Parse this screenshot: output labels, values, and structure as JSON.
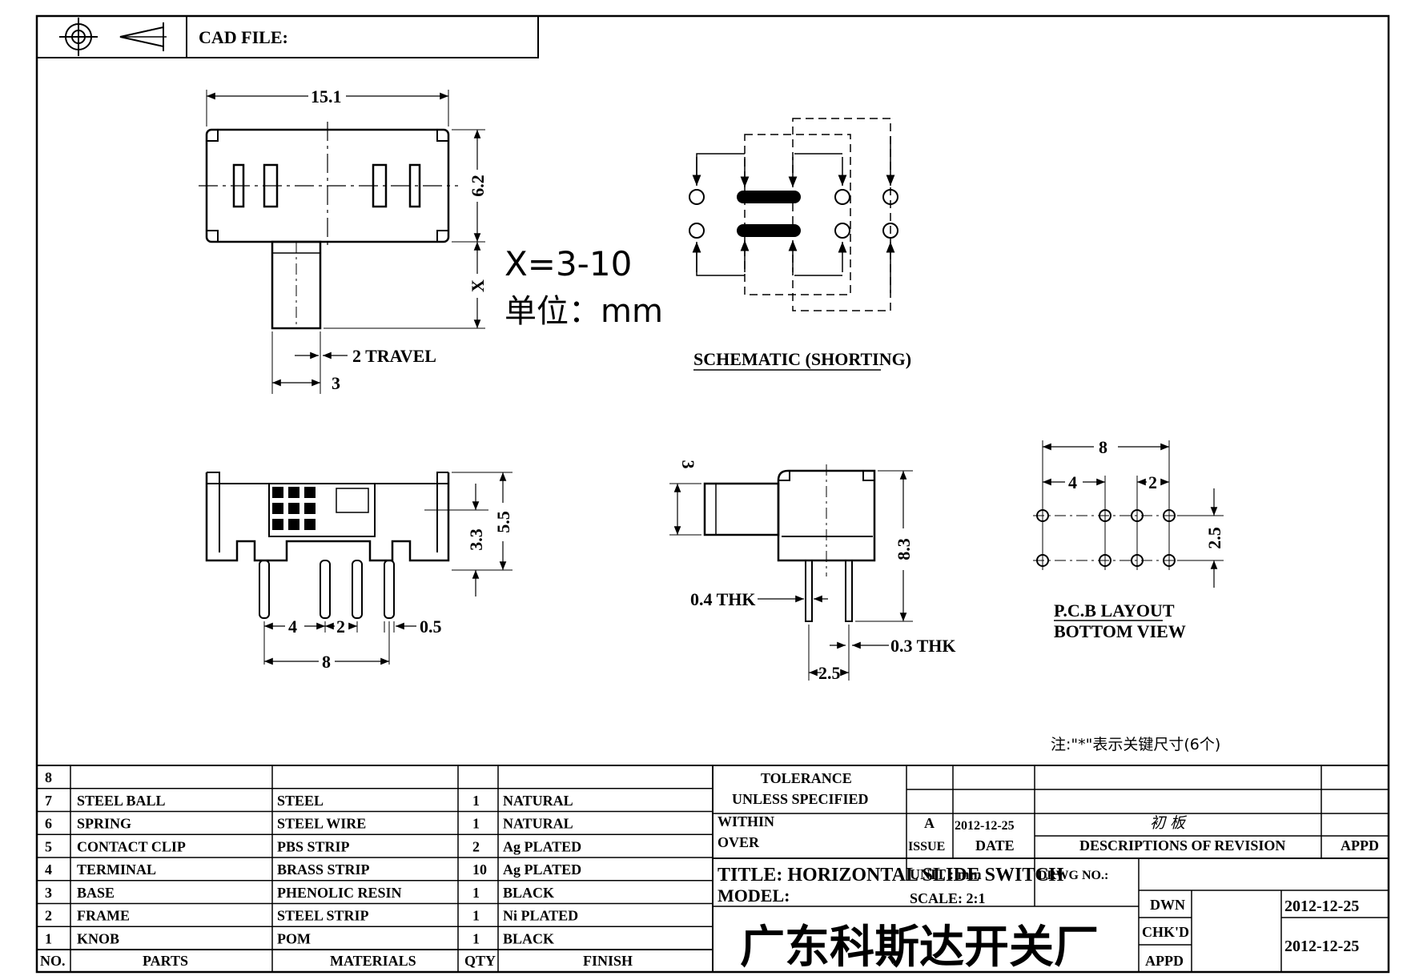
{
  "header": {
    "cad_file_label": "CAD FILE:",
    "projection_icons": [
      "crosshair-target-icon",
      "third-angle-projection-icon"
    ]
  },
  "views": {
    "top": {
      "width_dim": "15.1",
      "height_dim": "6.2",
      "knob_length_dim": "X",
      "travel_dim": "2 TRAVEL",
      "knob_width_dim": "3",
      "x_range_note": "X=3-10",
      "unit_note": "单位：mm"
    },
    "schematic": {
      "caption": "SCHEMATIC (SHORTING)"
    },
    "front": {
      "height_dim": "5.5",
      "inner_height_dim": "3.3",
      "pin_pitch_4": "4",
      "pin_pitch_2": "2",
      "pin_width": "0.5",
      "overall_pin_span": "8"
    },
    "side": {
      "knob_height_dim": "3",
      "height_dim": "8.3",
      "thickness_04": "0.4 THK",
      "thickness_03": "0.3 THK",
      "pin_spacing": "2.5"
    },
    "pcb": {
      "span_dim": "8",
      "pitch_4": "4",
      "pitch_2": "2",
      "row_spacing": "2.5",
      "caption_line1": "P.C.B LAYOUT",
      "caption_line2": "BOTTOM VIEW"
    },
    "note": "注:\"*\"表示关键尺寸(6个)"
  },
  "bom": {
    "header": {
      "no": "NO.",
      "parts": "PARTS",
      "materials": "MATERIALS",
      "qty": "QTY",
      "finish": "FINISH"
    },
    "rows": [
      {
        "no": "8",
        "part": "",
        "material": "",
        "qty": "",
        "finish": ""
      },
      {
        "no": "7",
        "part": "STEEL BALL",
        "material": "STEEL",
        "qty": "1",
        "finish": "NATURAL"
      },
      {
        "no": "6",
        "part": "SPRING",
        "material": "STEEL WIRE",
        "qty": "1",
        "finish": "NATURAL"
      },
      {
        "no": "5",
        "part": "CONTACT CLIP",
        "material": "PBS STRIP",
        "qty": "2",
        "finish": "Ag PLATED"
      },
      {
        "no": "4",
        "part": "TERMINAL",
        "material": "BRASS STRIP",
        "qty": "10",
        "finish": "Ag PLATED"
      },
      {
        "no": "3",
        "part": "BASE",
        "material": "PHENOLIC RESIN",
        "qty": "1",
        "finish": "BLACK"
      },
      {
        "no": "2",
        "part": "FRAME",
        "material": "STEEL STRIP",
        "qty": "1",
        "finish": "Ni PLATED"
      },
      {
        "no": "1",
        "part": "KNOB",
        "material": "POM",
        "qty": "1",
        "finish": "BLACK"
      }
    ]
  },
  "title_block": {
    "tolerance_line1": "TOLERANCE",
    "tolerance_line2": "UNLESS  SPECIFIED",
    "within": "WITHIN",
    "over": "OVER",
    "issue_value": "A",
    "issue_date": "2012-12-25",
    "issue_label": "ISSUE",
    "date_label": "DATE",
    "revision_note": "初 板",
    "descriptions_label": "DESCRIPTIONS OF REVISION",
    "appd_label": "APPD",
    "title": "TITLE: HORIZONTAL SLIDE SWITCH",
    "unit": "UNIT : mm",
    "drwg_no": "DRWG NO.:",
    "model": "MODEL:",
    "scale": "SCALE: 2:1",
    "dwn": "DWN",
    "dwn_date": "2012-12-25",
    "chkd": "CHK'D",
    "appd": "APPD",
    "chk_date": "2012-12-25",
    "company": "广东科斯达开关厂"
  }
}
